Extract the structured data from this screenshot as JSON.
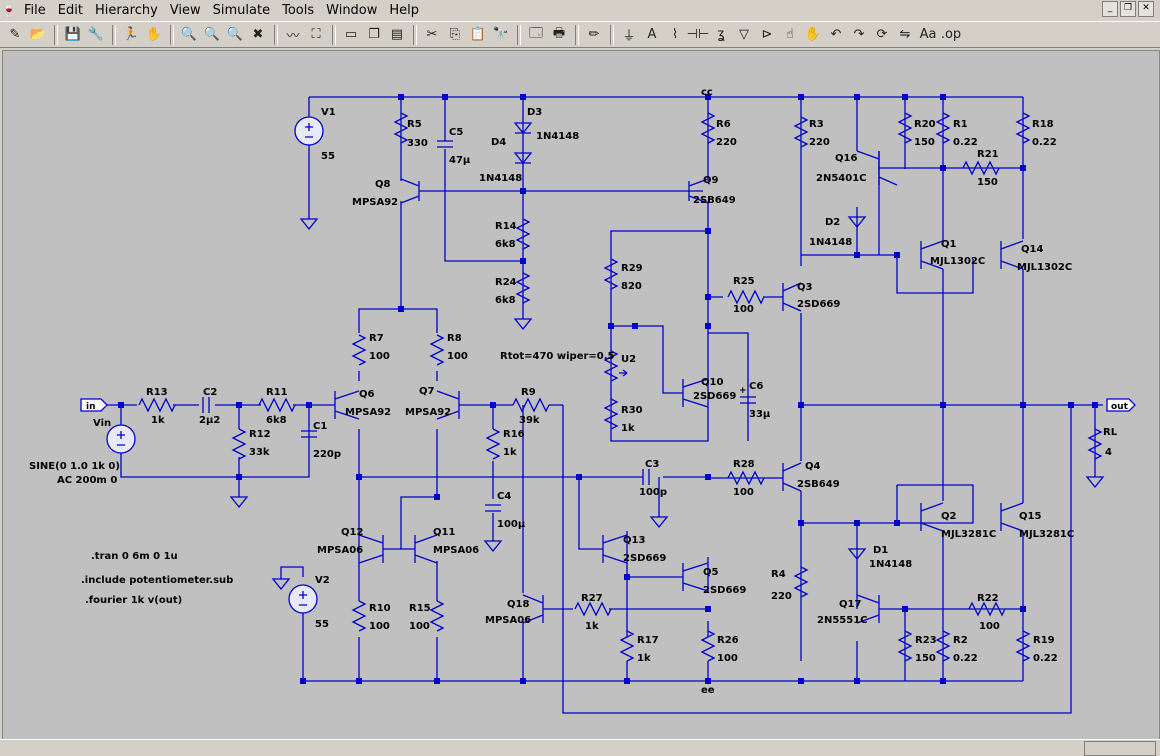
{
  "menu": [
    "File",
    "Edit",
    "Hierarchy",
    "View",
    "Simulate",
    "Tools",
    "Window",
    "Help"
  ],
  "toolbar_icons": [
    "new-schematic-icon",
    "open-icon",
    "save-icon",
    "control-panel-icon",
    "run-icon",
    "halt-icon",
    "zoom-in-icon",
    "zoom-pan-icon",
    "zoom-out-icon",
    "zoom-cancel-icon",
    "waveform-icon",
    "autorange-icon",
    "tile-horizontal-icon",
    "cascade-icon",
    "tile-vertical-icon",
    "cut-icon",
    "copy-icon",
    "paste-icon",
    "find-icon",
    "print-preview-icon",
    "print-icon",
    "draw-wire-icon",
    "ground-icon",
    "label-net-icon",
    "resistor-icon",
    "capacitor-icon",
    "inductor-icon",
    "diode-icon",
    "component-icon",
    "move-icon",
    "drag-icon",
    "undo-icon",
    "redo-icon",
    "rotate-icon",
    "mirror-icon",
    "text-icon",
    "spice-directive-icon"
  ],
  "toolbar_glyphs": [
    "✎",
    "📂",
    "💾",
    "🔧",
    "🏃",
    "✋",
    "🔍",
    "🔍",
    "🔍",
    "✖",
    "〰",
    "⛶",
    "▭",
    "❐",
    "▤",
    "✂",
    "⎘",
    "📋",
    "🔭",
    "🗔",
    "🖶",
    "✏",
    "⏚",
    "A",
    "⌇",
    "⊣⊢",
    "ʓ",
    "▽",
    "⊳",
    "☝",
    "✋",
    "↶",
    "↷",
    "⟳",
    "⇋",
    "Aa",
    ".op"
  ],
  "components": [
    {
      "name": "V1",
      "value": "55"
    },
    {
      "name": "V2",
      "value": "55"
    },
    {
      "name": "R5",
      "value": "330"
    },
    {
      "name": "C5",
      "value": "47µ"
    },
    {
      "name": "D3",
      "value": "1N4148"
    },
    {
      "name": "D4",
      "value": "1N4148"
    },
    {
      "name": "R6",
      "value": "220"
    },
    {
      "name": "R3",
      "value": "220"
    },
    {
      "name": "R20",
      "value": "150"
    },
    {
      "name": "R1",
      "value": "0.22"
    },
    {
      "name": "R18",
      "value": "0.22"
    },
    {
      "name": "R21",
      "value": "150"
    },
    {
      "name": "Q16",
      "value": "2N5401C"
    },
    {
      "name": "Q8",
      "value": "MPSA92"
    },
    {
      "name": "Q9",
      "value": "2SB649"
    },
    {
      "name": "R14",
      "value": "6k8"
    },
    {
      "name": "R24",
      "value": "6k8"
    },
    {
      "name": "D2",
      "value": "1N4148"
    },
    {
      "name": "Q1",
      "value": "MJL1302C"
    },
    {
      "name": "Q14",
      "value": "MJL1302C"
    },
    {
      "name": "R29",
      "value": "820"
    },
    {
      "name": "R25",
      "value": "100"
    },
    {
      "name": "Q3",
      "value": "2SD669"
    },
    {
      "name": "R7",
      "value": "100"
    },
    {
      "name": "R8",
      "value": "100"
    },
    {
      "name": "U2",
      "value": "Rtot=470 wiper=0.5"
    },
    {
      "name": "Q10",
      "value": "2SD669"
    },
    {
      "name": "C6",
      "value": "33µ"
    },
    {
      "name": "R13",
      "value": "1k"
    },
    {
      "name": "C2",
      "value": "2µ2"
    },
    {
      "name": "R11",
      "value": "6k8"
    },
    {
      "name": "Q6",
      "value": "MPSA92"
    },
    {
      "name": "Q7",
      "value": "MPSA92"
    },
    {
      "name": "R9",
      "value": "39k"
    },
    {
      "name": "R30",
      "value": "1k"
    },
    {
      "name": "R12",
      "value": "33k"
    },
    {
      "name": "C1",
      "value": "220p"
    },
    {
      "name": "R16",
      "value": "1k"
    },
    {
      "name": "RL",
      "value": "4"
    },
    {
      "name": "C3",
      "value": "100p"
    },
    {
      "name": "R28",
      "value": "100"
    },
    {
      "name": "Q4",
      "value": "2SB649"
    },
    {
      "name": "C4",
      "value": "100µ"
    },
    {
      "name": "Q12",
      "value": "MPSA06"
    },
    {
      "name": "Q11",
      "value": "MPSA06"
    },
    {
      "name": "Q13",
      "value": "2SD669"
    },
    {
      "name": "Q2",
      "value": "MJL3281C"
    },
    {
      "name": "Q15",
      "value": "MJL3281C"
    },
    {
      "name": "D1",
      "value": "1N4148"
    },
    {
      "name": "Q5",
      "value": "2SD669"
    },
    {
      "name": "R4",
      "value": "220"
    },
    {
      "name": "Q17",
      "value": "2N5551C"
    },
    {
      "name": "R22",
      "value": "100"
    },
    {
      "name": "R27",
      "value": "1k"
    },
    {
      "name": "Q18",
      "value": "MPSA06"
    },
    {
      "name": "R10",
      "value": "100"
    },
    {
      "name": "R15",
      "value": "100"
    },
    {
      "name": "R17",
      "value": "1k"
    },
    {
      "name": "R26",
      "value": "100"
    },
    {
      "name": "R23",
      "value": "150"
    },
    {
      "name": "R2",
      "value": "0.22"
    },
    {
      "name": "R19",
      "value": "0.22"
    }
  ],
  "net_labels": {
    "vcc": "cc",
    "vee": "ee",
    "in": "in",
    "out": "out"
  },
  "source": {
    "name": "Vin",
    "line1": "SINE(0 1.0 1k 0)",
    "line2": "AC 200m 0"
  },
  "directives": [
    ".tran 0 6m 0 1u",
    ".include potentiometer.sub",
    ".fourier 1k v(out)"
  ],
  "colors": {
    "wire": "#0000cc",
    "background": "#c0c0c0",
    "vsource_fill": "#e8e8ff"
  }
}
